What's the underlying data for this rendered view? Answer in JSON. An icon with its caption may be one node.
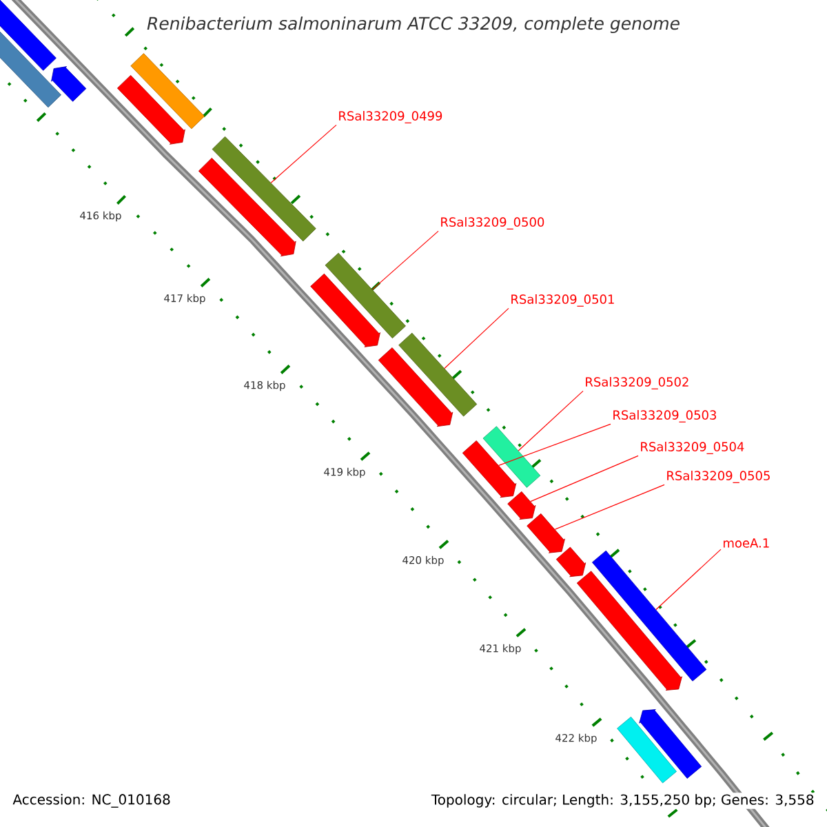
{
  "diagram": {
    "title": "Renibacterium salmoninarum ATCC 33209, complete genome",
    "nodes": [
      {
        "text": [
          "RSal33209_0499"
        ]
      },
      {
        "text": [
          "RSal33209_0500"
        ]
      },
      {
        "text": [
          "RSal33209_0501"
        ]
      },
      {
        "text": [
          "RSal33209_0502"
        ]
      },
      {
        "text": [
          "RSal33209_0503"
        ]
      },
      {
        "text": [
          "RSal33209_0504"
        ]
      },
      {
        "text": [
          "RSal33209_0505"
        ]
      },
      {
        "text": [
          "moeA.1"
        ]
      },
      {
        "text": [],
        "shape": "bar"
      },
      {
        "text": [],
        "shape": "bar"
      },
      {
        "text": [],
        "shape": "arrow"
      },
      {
        "text": [],
        "shape": "bar"
      },
      {
        "text": [],
        "shape": "arrow"
      },
      {
        "text": [],
        "shape": "bar"
      },
      {
        "text": [],
        "shape": "arrow"
      },
      {
        "text": [],
        "shape": "bar"
      },
      {
        "text": [],
        "shape": "arrow"
      },
      {
        "text": [],
        "shape": "arrow"
      },
      {
        "text": [],
        "shape": "bar"
      },
      {
        "text": [],
        "shape": "arrow"
      },
      {
        "text": [],
        "shape": "bar"
      },
      {
        "text": [],
        "shape": "arrow"
      },
      {
        "text": [],
        "shape": "arrow"
      },
      {
        "text": [],
        "shape": "arrow"
      },
      {
        "text": [],
        "shape": "bar"
      },
      {
        "text": [],
        "shape": "arrow"
      },
      {
        "text": [],
        "shape": "bar"
      },
      {
        "text": [],
        "shape": "arrow"
      }
    ],
    "edges": [
      {
        "from": 0,
        "to": 13,
        "arrow": "none"
      },
      {
        "from": 1,
        "to": 15,
        "arrow": "none"
      },
      {
        "from": 2,
        "to": 18,
        "arrow": "none"
      },
      {
        "from": 3,
        "to": 20,
        "arrow": "none"
      },
      {
        "from": 4,
        "to": 19,
        "arrow": "none"
      },
      {
        "from": 5,
        "to": 21,
        "arrow": "none"
      },
      {
        "from": 6,
        "to": 22,
        "arrow": "none"
      },
      {
        "from": 7,
        "to": 24,
        "arrow": "none"
      }
    ],
    "labels": [
      "416 kbp",
      "417 kbp",
      "418 kbp",
      "419 kbp",
      "420 kbp",
      "421 kbp",
      "422 kbp",
      "Accession: NC_010168",
      "Topology: circular; Length: 3,155,250 bp; Genes: 3,558"
    ]
  }
}
